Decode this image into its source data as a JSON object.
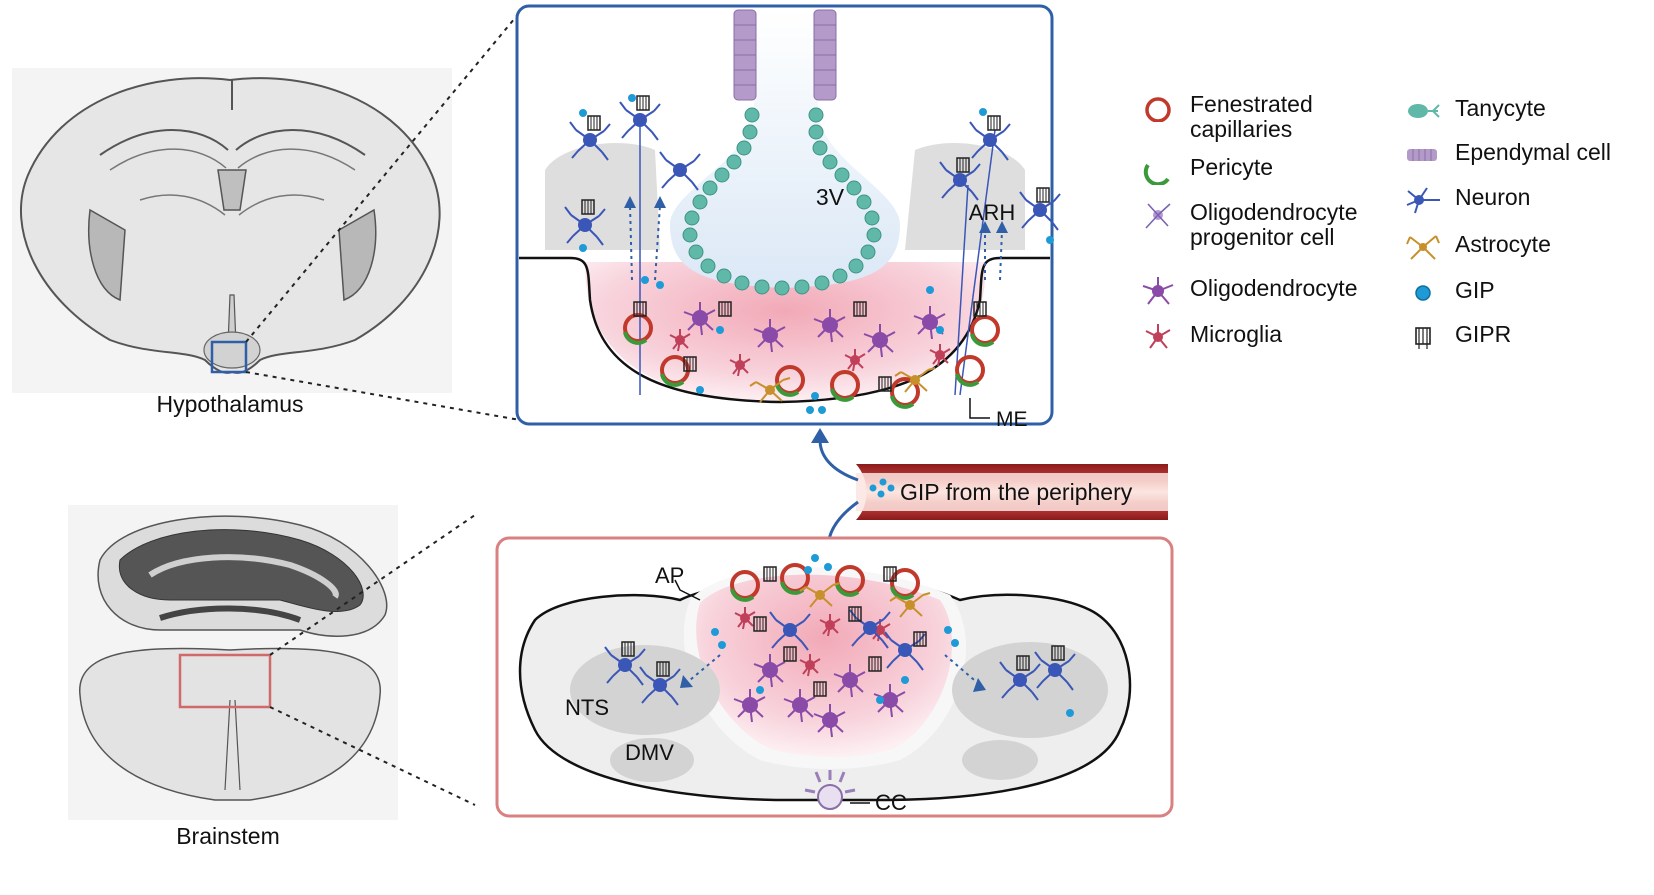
{
  "labels": {
    "hypothalamus": "Hypothalamus",
    "brainstem": "Brainstem",
    "third_ventricle": "3V",
    "arh": "ARH",
    "me": "ME",
    "ap": "AP",
    "nts": "NTS",
    "dmv": "DMV",
    "cc": "CC",
    "gip_source": "GIP from the periphery"
  },
  "legend": {
    "left": [
      {
        "label": "Fenestrated\ncapillaries",
        "icon": "fenestrated-capillary-icon"
      },
      {
        "label": "Pericyte",
        "icon": "pericyte-icon"
      },
      {
        "label": "Oligodendrocyte\nprogenitor cell",
        "icon": "opc-icon"
      },
      {
        "label": "Oligodendrocyte",
        "icon": "oligodendrocyte-icon"
      },
      {
        "label": "Microglia",
        "icon": "microglia-icon"
      }
    ],
    "right": [
      {
        "label": "Tanycyte",
        "icon": "tanycyte-icon"
      },
      {
        "label": "Ependymal cell",
        "icon": "ependymal-cell-icon"
      },
      {
        "label": "Neuron",
        "icon": "neuron-icon"
      },
      {
        "label": "Astrocyte",
        "icon": "astrocyte-icon"
      },
      {
        "label": "GIP",
        "icon": "gip-icon"
      },
      {
        "label": "GIPR",
        "icon": "gipr-icon"
      }
    ]
  },
  "colors": {
    "hypothalamus_frame": "#2f5fa7",
    "brainstem_frame": "#d98080",
    "capillary": "#c0392b",
    "pericyte": "#3a9a3a",
    "tanycyte": "#5fb8a8",
    "neuron": "#3a57b8",
    "oligodendrocyte": "#8a4aa8",
    "microglia": "#c0405a",
    "astrocyte": "#c8902a",
    "gip": "#1e9bd6"
  }
}
